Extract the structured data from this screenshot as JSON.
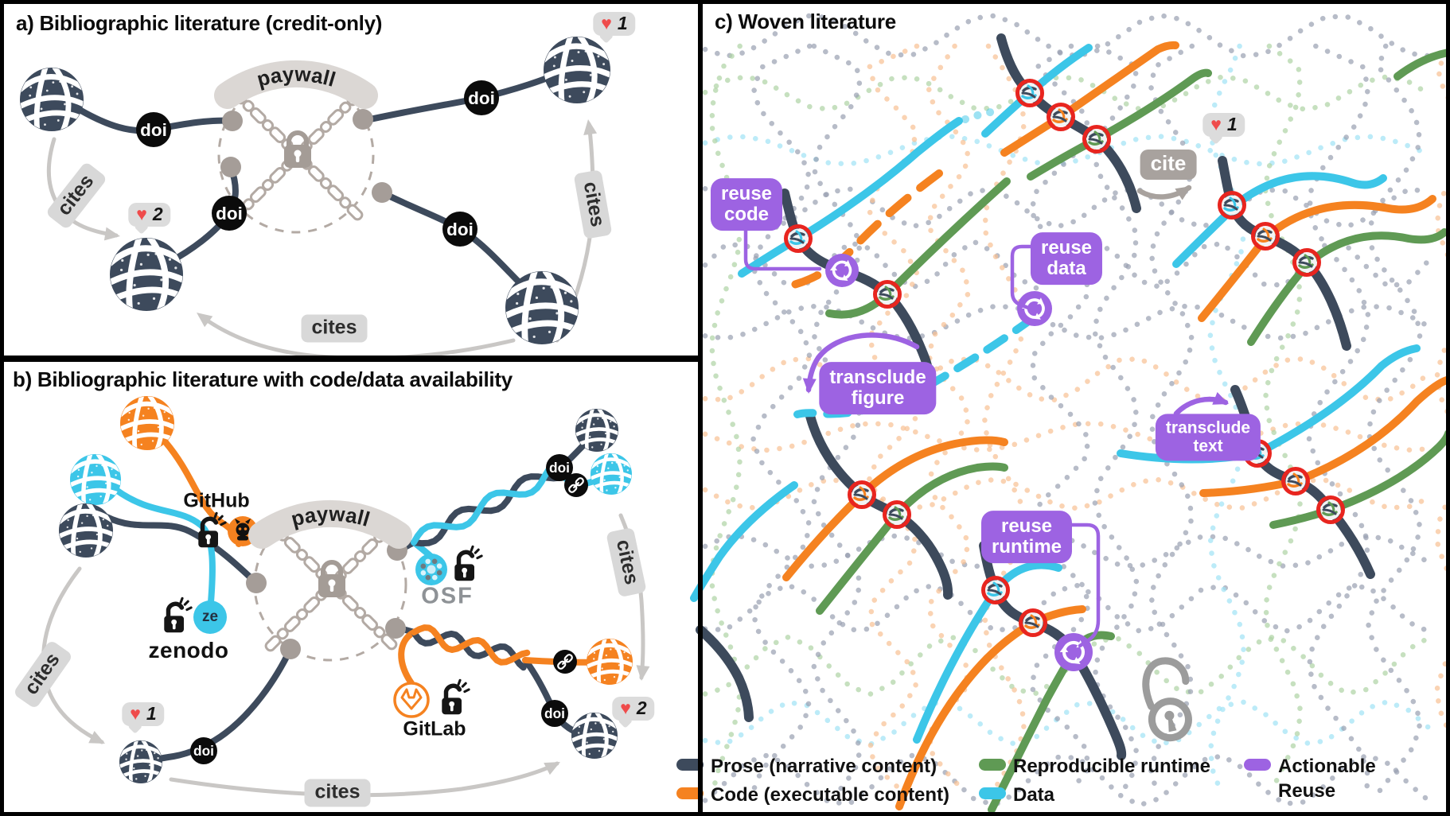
{
  "shared": {
    "doi": "doi",
    "cites": "cites",
    "paywall": "paywall",
    "heart_icon": "♥"
  },
  "panel_a": {
    "title": "a) Bibliographic literature (credit-only)",
    "heart_top_right": "1",
    "heart_left": "2"
  },
  "panel_b": {
    "title": "b) Bibliographic literature with code/data availability",
    "heart_bottom_left": "1",
    "heart_bottom_right": "2",
    "platforms": {
      "github": "GitHub",
      "zenodo_badge": "ze",
      "zenodo": "zenodo",
      "osf": "OSF",
      "gitlab": "GitLab"
    }
  },
  "panel_c": {
    "title": "c) Woven literature",
    "heart_top_right": "1",
    "cite_label": "cite",
    "badges": {
      "reuse_code": [
        "reuse",
        "code"
      ],
      "reuse_data": [
        "reuse",
        "data"
      ],
      "transclude_figure": [
        "transclude",
        "figure"
      ],
      "transclude_text": [
        "transclude",
        "text"
      ],
      "reuse_runtime": [
        "reuse",
        "runtime"
      ]
    },
    "legend": [
      {
        "label": "Prose (narrative content)",
        "color": "#3d4a5c"
      },
      {
        "label": "Code (executable content)",
        "color": "#f58220"
      },
      {
        "label": "Reproducible runtime",
        "color": "#5f9a54"
      },
      {
        "label": "Data",
        "color": "#3cc6e8"
      },
      {
        "label": "Actionable Reuse",
        "color": "#9d63e2"
      }
    ]
  },
  "colors": {
    "prose": "#3d4a5c",
    "code": "#f58220",
    "runtime": "#5f9a54",
    "data": "#3cc6e8",
    "reuse": "#9d63e2",
    "knot_ring": "#e8251f",
    "heart": "#ef4b4b",
    "paywall": "#b3aaa4",
    "lock": "#a49c96",
    "connector_dot": "#a59d98",
    "arrow_gray": "#c9c7c5",
    "cite_gray": "#a8a29e",
    "label_bg": "#d8d8d8",
    "bg_dot_gray": "#98a0b0",
    "bg_dot_orange": "#f8c193",
    "bg_dot_green": "#aed3a4",
    "bg_dot_cyan": "#9fe3f5",
    "open_access_gray": "#9c9c9c"
  }
}
